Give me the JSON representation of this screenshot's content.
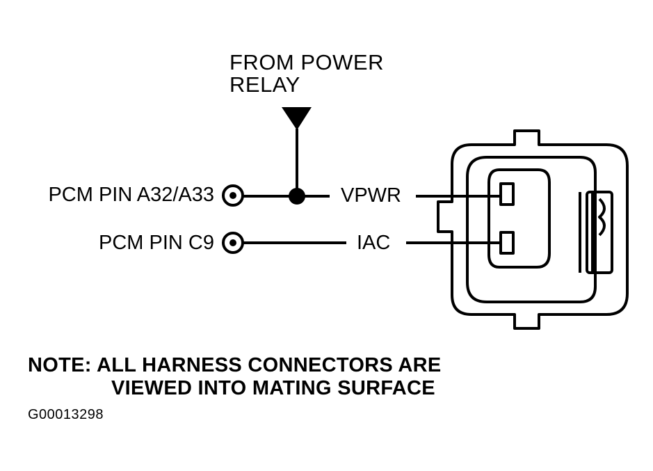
{
  "diagram": {
    "source_label": [
      "FROM POWER",
      "RELAY"
    ],
    "pins": [
      {
        "pcm_label": "PCM PIN A32/A33",
        "signal": "VPWR"
      },
      {
        "pcm_label": "PCM PIN C9",
        "signal": "IAC"
      }
    ],
    "note": [
      "NOTE: ALL HARNESS CONNECTORS ARE",
      "VIEWED INTO MATING SURFACE"
    ],
    "figure_id": "G00013298"
  }
}
